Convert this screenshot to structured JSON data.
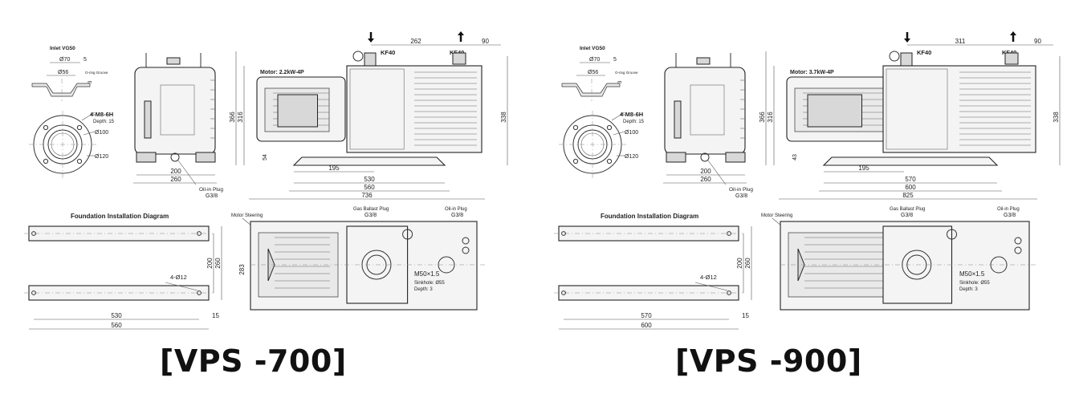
{
  "models": [
    {
      "caption": "[VPS -700]",
      "inlet_title": "Inlet VG50",
      "inlet_dims": [
        "Ø70",
        "5",
        "Ø56",
        "O-ring Groove",
        "3"
      ],
      "flange": {
        "holes": "4-M8-6H",
        "depth": "Depth: 15",
        "d1": "Ø100",
        "d2": "Ø120"
      },
      "front": {
        "w1": "200",
        "w2": "260",
        "oil_in_plug": "Oil-in Plug",
        "oil_in_size": "G3/8"
      },
      "side": {
        "motor": "Motor: 2.2kW-4P",
        "kf_left": "KF40",
        "kf_right": "KF40",
        "dim_top1": "262",
        "dim_top2": "90",
        "h1": "366",
        "h2": "316",
        "h3": "338",
        "h4": "54",
        "w195": "195",
        "w530": "530",
        "w560": "560",
        "w736": "736"
      },
      "foundation": {
        "title": "Foundation Installation Diagram",
        "holes": "4-Ø12",
        "h1": "200",
        "h2": "260",
        "w1": "530",
        "w2": "560",
        "edge": "15"
      },
      "top": {
        "motor_steering": "Motor Steering",
        "gas_ballast": "Gas Ballast Plug",
        "gas_ballast_size": "G3/8",
        "oil_in": "Oil-in Plug",
        "oil_in_size": "G3/8",
        "thread": "M50×1.5",
        "sinkhole": "Sinkhole: Ø55",
        "depth": "Depth: 3",
        "h": "283"
      }
    },
    {
      "caption": "[VPS -900]",
      "inlet_title": "Inlet VG50",
      "inlet_dims": [
        "Ø70",
        "5",
        "Ø56",
        "O-ring Groove",
        "3"
      ],
      "flange": {
        "holes": "4-M8-6H",
        "depth": "Depth: 15",
        "d1": "Ø100",
        "d2": "Ø120"
      },
      "front": {
        "w1": "200",
        "w2": "260",
        "oil_in_plug": "Oil-in Plug",
        "oil_in_size": "G3/8"
      },
      "side": {
        "motor": "Motor: 3.7kW-4P",
        "kf_left": "KF40",
        "kf_right": "KF40",
        "dim_top1": "311",
        "dim_top2": "90",
        "h1": "366",
        "h2": "316",
        "h3": "338",
        "h4": "43",
        "w195": "195",
        "w530": "570",
        "w560": "600",
        "w736": "825"
      },
      "foundation": {
        "title": "Foundation Installation Diagram",
        "holes": "4-Ø12",
        "h1": "200",
        "h2": "260",
        "w1": "570",
        "w2": "600",
        "edge": "15"
      },
      "top": {
        "motor_steering": "Motor Steering",
        "gas_ballast": "Gas Ballast Plug",
        "gas_ballast_size": "G3/8",
        "oil_in": "Oil-in Plug",
        "oil_in_size": "G3/8",
        "thread": "M50×1.5",
        "sinkhole": "Sinkhole: Ø55",
        "depth": "Depth: 3",
        "h": ""
      }
    }
  ]
}
